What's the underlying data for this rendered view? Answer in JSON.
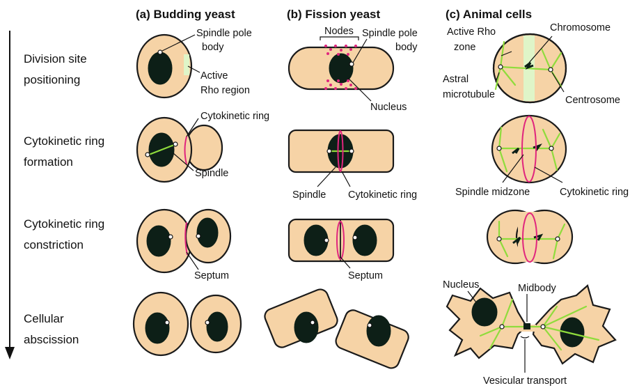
{
  "headers": {
    "a": "(a) Budding yeast",
    "b": "(b) Fission yeast",
    "c": "(c) Animal cells"
  },
  "stages": {
    "s1_line1": "Division site",
    "s1_line2": "positioning",
    "s2_line1": "Cytokinetic ring",
    "s2_line2": "formation",
    "s3_line1": "Cytokinetic ring",
    "s3_line2": "constriction",
    "s4_line1": "Cellular",
    "s4_line2": "abscission"
  },
  "labels": {
    "a_spb_1": "Spindle pole",
    "a_spb_2": "body",
    "a_rho_1": "Active",
    "a_rho_2": "Rho region",
    "a_ring": "Cytokinetic ring",
    "a_spindle": "Spindle",
    "a_septum": "Septum",
    "b_nodes": "Nodes",
    "b_spb_1": "Spindle pole",
    "b_spb_2": "body",
    "b_nucleus": "Nucleus",
    "b_spindle": "Spindle",
    "b_ring": "Cytokinetic ring",
    "b_septum": "Septum",
    "c_rho_1": "Active Rho",
    "c_rho_2": "zone",
    "c_chromosome": "Chromosome",
    "c_astral_1": "Astral",
    "c_astral_2": "microtubule",
    "c_centrosome": "Centrosome",
    "c_midzone": "Spindle midzone",
    "c_ring": "Cytokinetic ring",
    "c_nucleus": "Nucleus",
    "c_midbody": "Midbody",
    "c_vesicular": "Vesicular transport"
  },
  "colors": {
    "cytoplasm": "#f6d3a6",
    "nucleus": "#0d1f17",
    "ring": "#e0257d",
    "microtubule": "#8fdc3c",
    "rho_zone": "#dff5c8"
  }
}
